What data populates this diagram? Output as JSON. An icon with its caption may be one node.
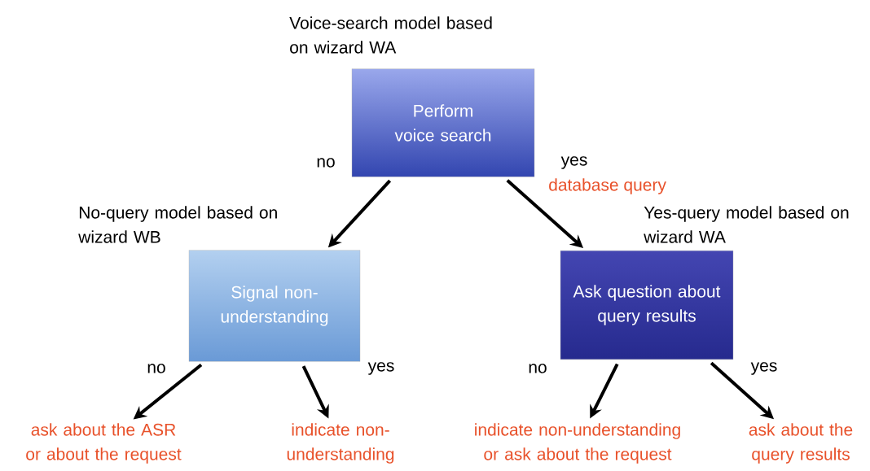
{
  "diagram": {
    "nodes": [
      {
        "text": [
          "Voice-search model based on wizard WA",
          "Perform voice search"
        ]
      },
      {
        "text": [
          "No-query model based on wizard WB",
          "Signal non-understanding"
        ]
      },
      {
        "text": [
          "Yes-query model based on wizard WA",
          "Ask question about query results"
        ]
      },
      {
        "text": [
          "ask about the ASR or about the request"
        ]
      },
      {
        "text": [
          "indicate non-understanding"
        ]
      },
      {
        "text": [
          "indicate non-understanding or ask about the request"
        ]
      },
      {
        "text": [
          "ask about the query results"
        ]
      }
    ],
    "edges": [
      {
        "from": 0,
        "to": 1,
        "arrow": "to",
        "label": "no"
      },
      {
        "from": 0,
        "to": 2,
        "arrow": "to",
        "label": "yes"
      },
      {
        "from": 1,
        "to": 3,
        "arrow": "to",
        "label": "no"
      },
      {
        "from": 1,
        "to": 4,
        "arrow": "to",
        "label": "yes"
      },
      {
        "from": 2,
        "to": 5,
        "arrow": "to",
        "label": "no"
      },
      {
        "from": 2,
        "to": 6,
        "arrow": "to",
        "label": "yes"
      }
    ],
    "labels": [
      "database query"
    ]
  }
}
